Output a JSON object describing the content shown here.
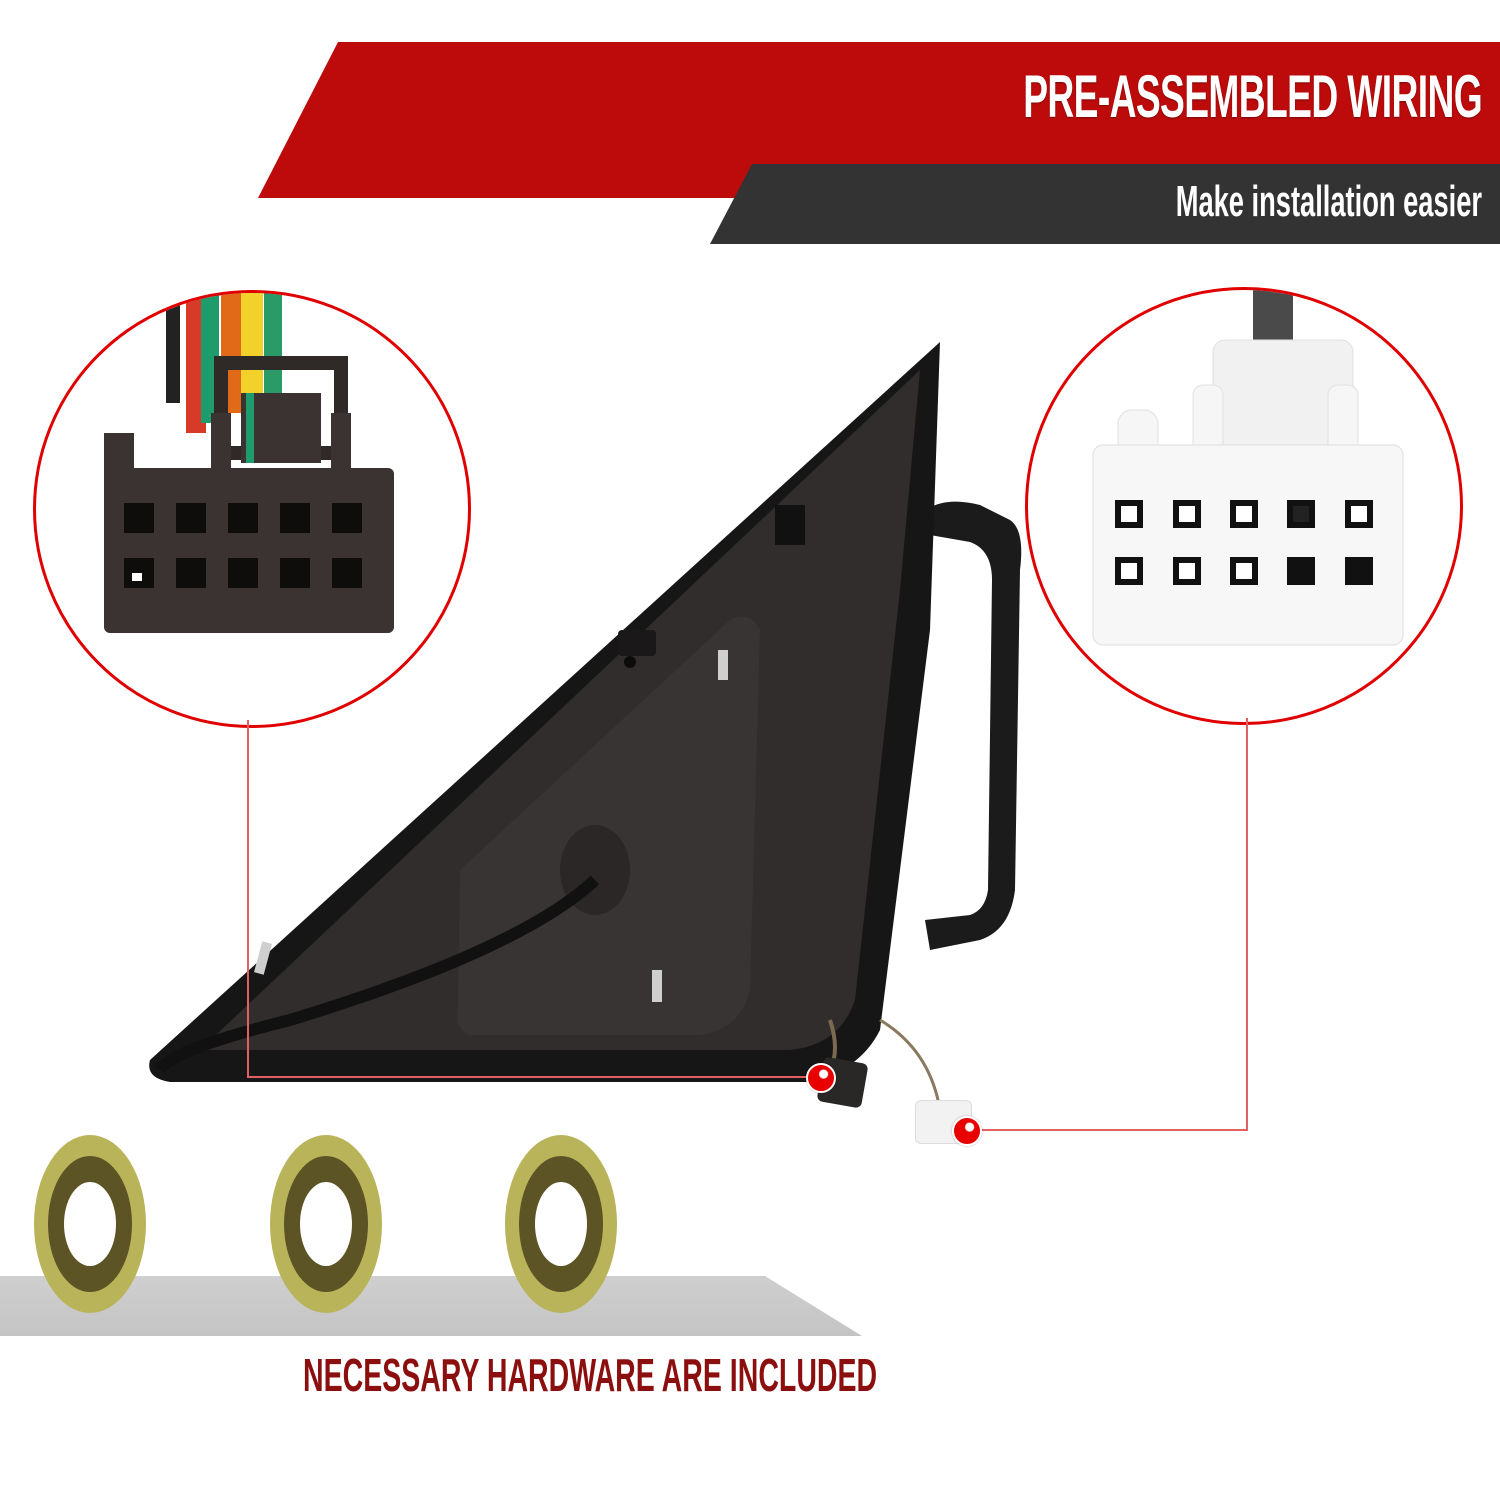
{
  "banner": {
    "headline": "PRE-ASSEMBLED WIRING",
    "subline": "Make installation easier",
    "colors": {
      "red": "#bd0b0b",
      "dark": "#333333",
      "text": "#ffffff"
    }
  },
  "callouts": [
    {
      "id": "left",
      "label": "black-10-pin-connector",
      "rows": 2,
      "cols": 5,
      "body_color": "#3a3332"
    },
    {
      "id": "right",
      "label": "white-10-pin-connector",
      "rows": 2,
      "cols": 5,
      "body_color": "#f4f4f4"
    }
  ],
  "product": {
    "name": "side-mirror-rear-housing"
  },
  "hardware": {
    "nut_count": 3,
    "caption": "NECESSARY HARDWARE ARE INCLUDED",
    "caption_color": "#8c0f0f"
  },
  "accent": {
    "callout_red": "#e00000"
  }
}
